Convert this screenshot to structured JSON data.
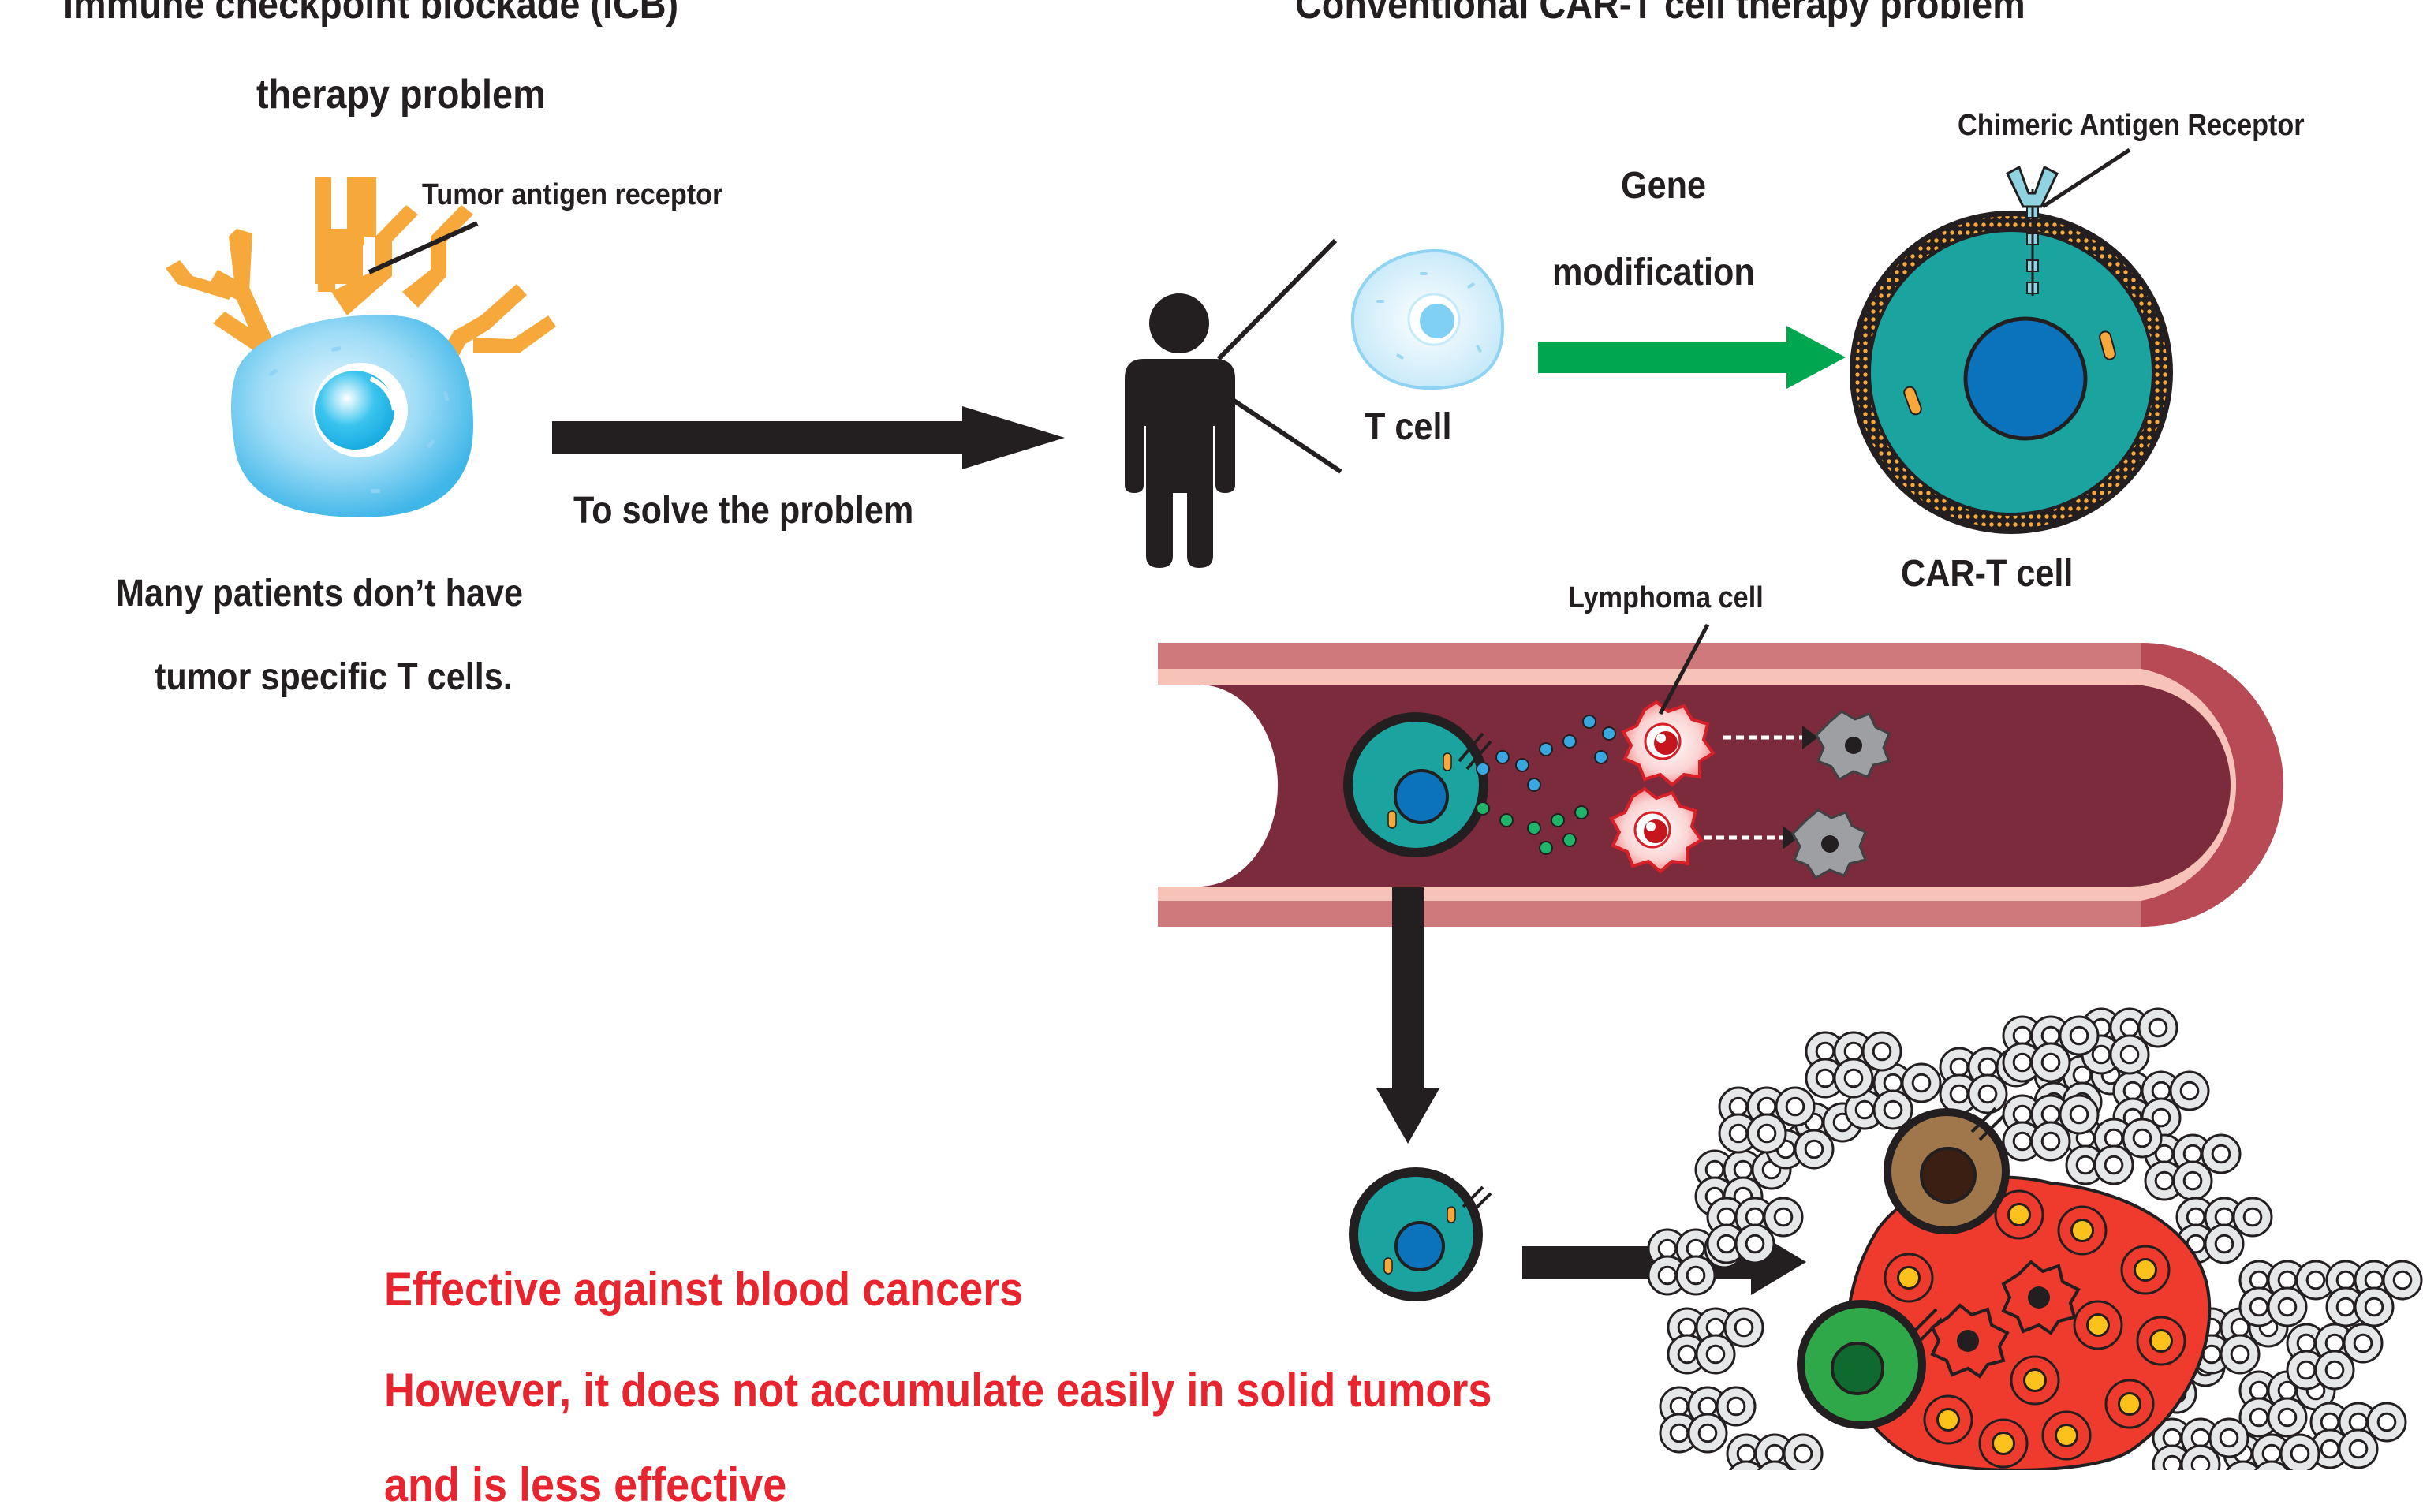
{
  "icb": {
    "title_line1": "Immune checkpoint blockade (ICB)",
    "title_line2": "therapy problem",
    "receptor_label": "Tumor antigen receptor",
    "problem_line1": "Many patients don’t have",
    "problem_line2": "tumor specific T cells."
  },
  "arrow_label": "To solve the problem",
  "cart": {
    "title": "Conventional CAR-T cell therapy problem",
    "tcell_label": "T cell",
    "gene_label_line1": "Gene",
    "gene_label_line2": "modification",
    "car_receptor_label": "Chimeric Antigen Receptor",
    "cart_cell_label": "CAR-T cell",
    "lymphoma_label": "Lymphoma cell"
  },
  "conclusion": {
    "line1": "Effective against blood cancers",
    "line2": "However, it does not accumulate easily in solid tumors",
    "line3": "and is less effective"
  },
  "colors": {
    "text": "#231f20",
    "highlight_text": "#e8242e",
    "arrow_black": "#231f20",
    "arrow_green": "#00a650",
    "receptor_orange": "#f6a83a",
    "tumor_cell_blue": "#5dc5ef",
    "cart_teal": "#1ba3a0",
    "cart_nucleus": "#0b73bb",
    "vessel_wall": "#d0797d",
    "vessel_lumen": "#7b2b3b",
    "tumor_red": "#ef3a2e",
    "tumor_yellow": "#fcc21b"
  },
  "icons": [
    "tumor-cell-icon",
    "person-icon",
    "t-cell-icon",
    "car-t-cell-icon",
    "blood-vessel-icon",
    "lymphoma-cell-icon",
    "dead-cell-icon",
    "solid-tumor-icon"
  ]
}
